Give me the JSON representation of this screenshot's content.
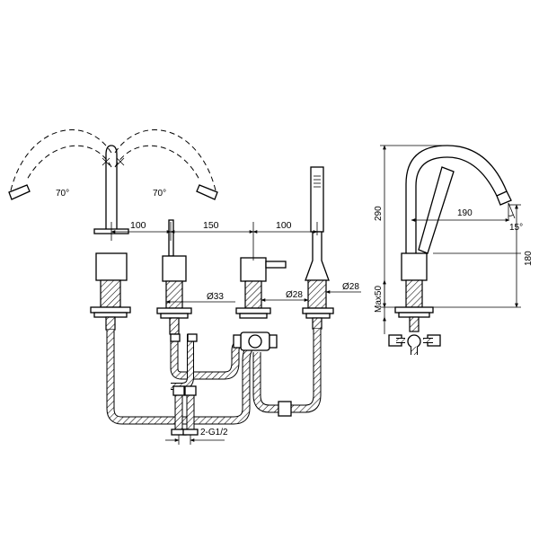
{
  "labels": {
    "angle_left": "70°",
    "angle_right": "70°",
    "dim_100_a": "100",
    "dim_150": "150",
    "dim_100_b": "100",
    "dia_33": "Ø33",
    "dia_28_a": "Ø28",
    "dia_28_b": "Ø28",
    "connection": "2-G1/2",
    "dim_290": "290",
    "dim_190": "190",
    "dim_180": "180",
    "dim_max50": "Max50",
    "angle_15": "15°"
  }
}
